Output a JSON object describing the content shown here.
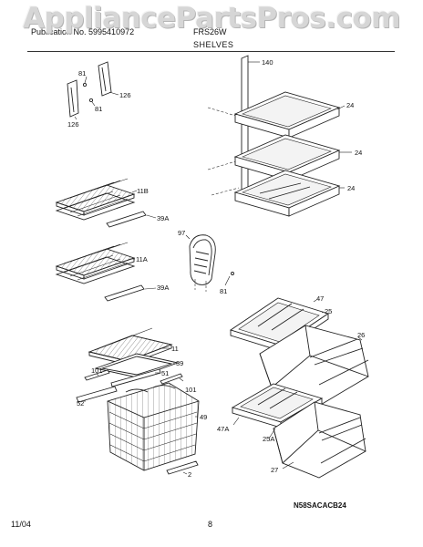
{
  "watermark": "AppliancePartsPros.com",
  "header": {
    "left_text": "Publication No. 5995410972",
    "right_text": "FRS26W",
    "section_title": "SHELVES"
  },
  "footer": {
    "date": "11/04",
    "page": "8"
  },
  "figure_code": "N58SACACB24",
  "callouts": {
    "c81a": "81",
    "c81b": "81",
    "c126a": "126",
    "c126b": "126",
    "c140": "140",
    "c24a": "24",
    "c24b": "24",
    "c24c": "24",
    "c11b": "11B",
    "c39a_1": "39A",
    "c97": "97",
    "c11a": "11A",
    "c39a_2": "39A",
    "c81c": "81",
    "c47": "47",
    "c25": "25",
    "c26": "26",
    "c11": "11",
    "c39": "39",
    "c101a": "101",
    "c51": "51",
    "c101b": "101",
    "c52": "52",
    "c49": "49",
    "c47a": "47A",
    "c25a": "25A",
    "c27": "27",
    "c2": "2"
  }
}
